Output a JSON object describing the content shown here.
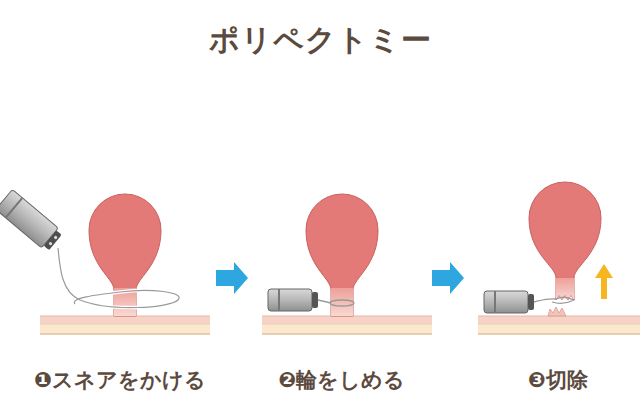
{
  "diagram": {
    "title": "ポリペクトミー",
    "labels": [
      "❶スネアをかける",
      "❷輪をしめる",
      "❸切除"
    ]
  }
}
